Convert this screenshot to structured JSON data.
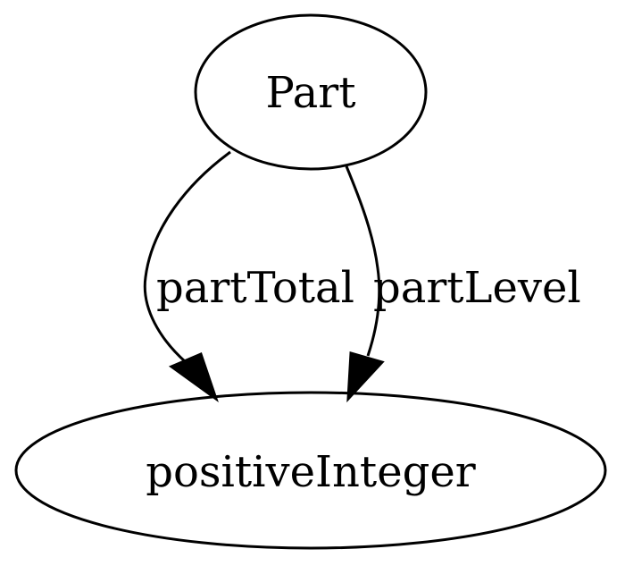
{
  "graph": {
    "nodes": [
      {
        "id": "Part",
        "label": "Part"
      },
      {
        "id": "positiveInteger",
        "label": "positiveInteger"
      }
    ],
    "edges": [
      {
        "from": "Part",
        "to": "positiveInteger",
        "label": "partTotal"
      },
      {
        "from": "Part",
        "to": "positiveInteger",
        "label": "partLevel"
      }
    ]
  },
  "colors": {
    "stroke": "#000000",
    "text": "#000000",
    "background": "#ffffff"
  }
}
